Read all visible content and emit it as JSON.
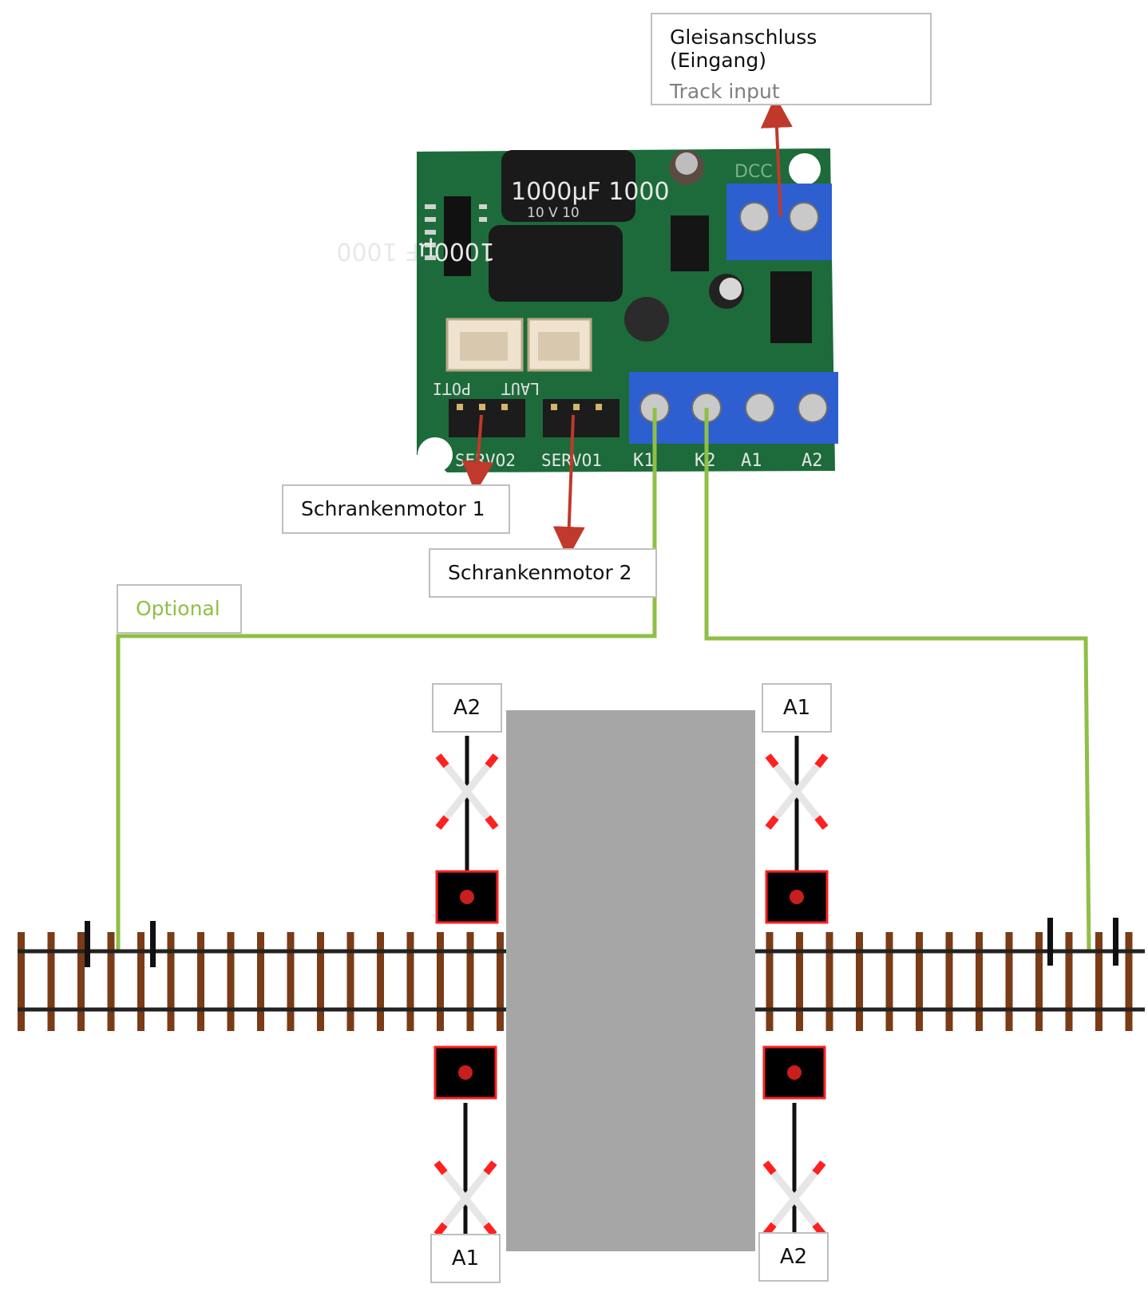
{
  "labels": {
    "track_input_de": "Gleisanschluss (Eingang)",
    "track_input_en": "Track input",
    "barrier_motor_1": "Schrankenmotor 1",
    "barrier_motor_2": "Schrankenmotor 2",
    "optional": "Optional"
  },
  "board": {
    "capacitor_top": "1000µF 1000",
    "capacitor_top_sub": "10 V   10",
    "capacitor_bottom": "1000µF 1000",
    "header_labels": [
      "POTI",
      "LAUT"
    ],
    "servo_labels": [
      "SERVO2",
      "SERVO1"
    ],
    "terminal_labels": [
      "K1",
      "K2",
      "A1",
      "A2"
    ],
    "dcc_mark": "DCC"
  },
  "signals": {
    "top_left": "A2",
    "top_right": "A1",
    "bottom_left": "A1",
    "bottom_right": "A2"
  },
  "colors": {
    "pcb": "#1d6b3a",
    "terminal": "#2d5fd1",
    "wire_green": "#8fbf46",
    "arrow_red": "#c0392b",
    "sleeper": "#7a3b17",
    "road": "#a6a6a6",
    "signal_red": "#ff2020"
  }
}
